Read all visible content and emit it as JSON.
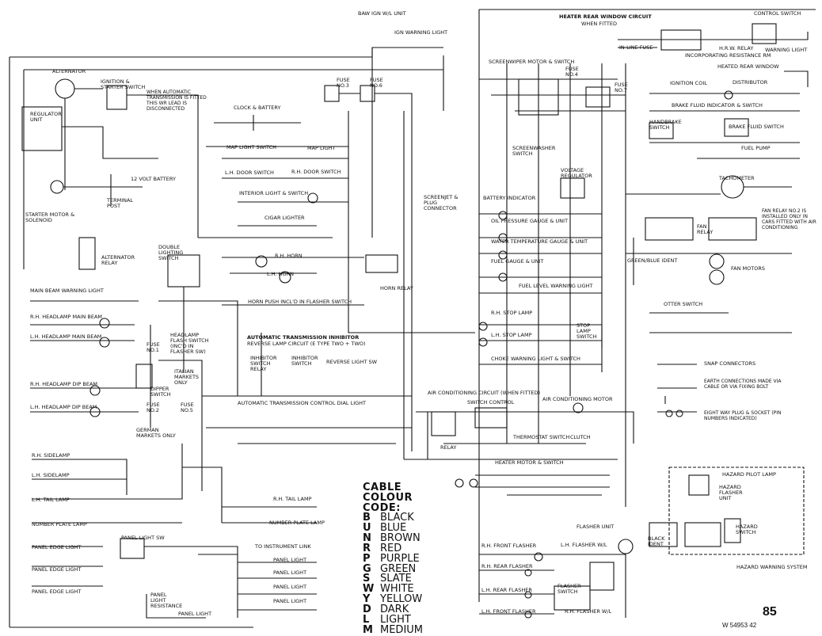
{
  "diagram": {
    "page_number": "85",
    "figure_ref": "W 54953 42",
    "cable_colour_code": {
      "title_lines": [
        "CABLE",
        "COLOUR",
        "CODE:"
      ],
      "entries": [
        {
          "code": "B",
          "name": "BLACK"
        },
        {
          "code": "U",
          "name": "BLUE"
        },
        {
          "code": "N",
          "name": "BROWN"
        },
        {
          "code": "R",
          "name": "RED"
        },
        {
          "code": "P",
          "name": "PURPLE"
        },
        {
          "code": "G",
          "name": "GREEN"
        },
        {
          "code": "S",
          "name": "SLATE"
        },
        {
          "code": "W",
          "name": "WHITE"
        },
        {
          "code": "Y",
          "name": "YELLOW"
        },
        {
          "code": "D",
          "name": "DARK"
        },
        {
          "code": "L",
          "name": "LIGHT"
        },
        {
          "code": "M",
          "name": "MEDIUM"
        }
      ]
    },
    "labels": {
      "ign_unit": "BAW IGN W/L UNIT",
      "ign_warning_light": "IGN WARNING LIGHT",
      "heater_rear_window": "HEATER REAR WINDOW CIRCUIT",
      "when_fitted": "WHEN FITTED",
      "control_switch": "CONTROL SWITCH",
      "in_line_fuse": "IN-LINE FUSE",
      "hrw_relay": "H.R.W. RELAY",
      "warning_light": "WARNING LIGHT",
      "incorporating_resistance": "INCORPORATING RESISTANCE RM",
      "heated_rear_window": "HEATED REAR WINDOW",
      "alternator": "ALTERNATOR",
      "ignition_starter_switch": "IGNITION & STARTER SWITCH",
      "auto_trans_note": "WHEN AUTOMATIC TRANSMISSION IS FITTED THIS WR LEAD IS DISCONNECTED",
      "fuse_3": "FUSE No.3",
      "fuse_6": "FUSE No.6",
      "screenwiper": "SCREENWIPER MOTOR & SWITCH",
      "fuse_4": "FUSE No.4",
      "fuse_7": "FUSE No.7",
      "ignition_coil": "IGNITION COIL",
      "distributor": "DISTRIBUTOR",
      "regulator_unit": "REGULATOR UNIT",
      "clock_battery": "CLOCK & BATTERY",
      "brake_fluid": "BRAKE FLUID INDICATOR & SWITCH",
      "handbrake_switch": "HANDBRAKE SWITCH",
      "brake_fluid_switch": "BRAKE FLUID SWITCH",
      "fuel_pump": "FUEL PUMP",
      "map_light_switch": "MAP LIGHT SWITCH",
      "map_light": "MAP LIGHT",
      "screenwasher": "SCREENWASHER SWITCH",
      "lh_door_switch": "L.H. DOOR SWITCH",
      "rh_door_switch": "R.H. DOOR SWITCH",
      "twelve_volt_battery": "12 VOLT BATTERY",
      "voltage_regulator": "VOLTAGE REGULATOR",
      "tachometer": "TACHOMETER",
      "interior_light": "INTERIOR LIGHT & SWITCH",
      "screenjet": "SCREENJET & PLUG CONNECTOR",
      "battery_indicator": "BATTERY INDICATOR",
      "starter_motor": "STARTER MOTOR & SOLENOID",
      "terminal_post": "TERMINAL POST",
      "cigar_lighter": "CIGAR LIGHTER",
      "oil_pressure": "OIL PRESSURE GAUGE & UNIT",
      "fan_relay_note": "FAN RELAY No.2 IS INSTALLED ONLY IN CARS FITTED WITH AIR CONDITIONING",
      "fan_relay": "FAN RELAY",
      "water_temp": "WATER TEMPERATURE GAUGE & UNIT",
      "alternator_relay": "ALTERNATOR RELAY",
      "double_lighting_switch": "DOUBLE LIGHTING SWITCH",
      "rh_horn": "R.H. HORN",
      "lh_horn": "L.H. HORN",
      "fuel_gauge": "FUEL GAUGE & UNIT",
      "green_blue_ident": "GREEN/BLUE IDENT",
      "fan_motors": "FAN MOTORS",
      "horn_relay": "HORN RELAY",
      "fuel_level_warning": "FUEL LEVEL WARNING LIGHT",
      "main_beam_warning": "MAIN BEAM WARNING LIGHT",
      "horn_push": "HORN PUSH INCL'D IN FLASHER SWITCH",
      "otter_switch": "OTTER SWITCH",
      "rh_headlamp_main": "R.H. HEADLAMP MAIN BEAM",
      "rh_stop_lamp": "R.H. STOP LAMP",
      "stop_lamp_switch": "STOP LAMP SWITCH",
      "headlamp_flash": "HEADLAMP FLASH SWITCH (INC'D IN FLASHER SW)",
      "auto_trans_inhibitor": "AUTOMATIC TRANSMISSION INHIBITOR",
      "reverse_lamp_circuit": "REVERSE LAMP CIRCUIT (E TYPE TWO + TWO)",
      "lh_headlamp_main": "L.H. HEADLAMP MAIN BEAM",
      "lh_stop_lamp": "L.H. STOP LAMP",
      "fuse_1": "FUSE No.1",
      "choke_warning": "CHOKE WARNING LIGHT & SWITCH",
      "italian_markets": "ITALIAN MARKETS ONLY",
      "inhibitor_switch_relay": "INHIBITOR SWITCH RELAY",
      "inhibitor_switch": "INHIBITOR SWITCH",
      "reverse_light_sw": "REVERSE LIGHT SW",
      "snap_connectors": "SNAP CONNECTORS",
      "dipper_switch": "DIPPER SWITCH",
      "earth_connections": "EARTH CONNECTIONS MADE VIA CABLE OR VIA FIXING BOLT",
      "rh_headlamp_dip": "R.H. HEADLAMP DIP BEAM",
      "aircon_circuit": "AIR CONDITIONING CIRCUIT (WHEN FITTED)",
      "aircon_motor": "AIR CONDITIONING MOTOR",
      "switch_control": "SWITCH CONTROL",
      "lh_headlamp_dip": "L.H. HEADLAMP DIP BEAM",
      "fuse_2": "FUSE No.2",
      "fuse_5": "FUSE No.5",
      "auto_trans_dial": "AUTOMATIC TRANSMISSION CONTROL DIAL LIGHT",
      "eight_way_plug": "EIGHT WAY PLUG & SOCKET (PIN NUMBERS INDICATED)",
      "thermostat_switch": "THERMOSTAT SWITCH",
      "clutch": "CLUTCH",
      "german_markets": "GERMAN MARKETS ONLY",
      "relay": "RELAY",
      "rh_sidelamp": "R.H. SIDELAMP",
      "heater_motor": "HEATER MOTOR & SWITCH",
      "lh_sidelamp": "L.H. SIDELAMP",
      "hazard_pilot_lamp": "HAZARD PILOT LAMP",
      "hazard_flasher_unit": "HAZARD FLASHER UNIT",
      "lh_tail_lamp": "L.H. TAIL LAMP",
      "rh_tail_lamp": "R.H. TAIL LAMP",
      "number_plate_lamp_left": "NUMBER PLATE LAMP",
      "number_plate_lamp_right": "NUMBER PLATE LAMP",
      "flasher_unit": "FLASHER UNIT",
      "hazard_switch": "HAZARD SWITCH",
      "black_ident": "BLACK IDENT",
      "panel_edge_light_1": "PANEL EDGE LIGHT",
      "panel_light_sw": "PANEL LIGHT SW",
      "to_instrument_link": "TO INSTRUMENT LINK",
      "rh_front_flasher": "R.H. FRONT FLASHER",
      "lh_flasher_wl": "L.H. FLASHER W/L",
      "panel_light_1": "PANEL LIGHT",
      "panel_edge_light_2": "PANEL EDGE LIGHT",
      "panel_light_2": "PANEL LIGHT",
      "rh_rear_flasher": "R.H. REAR FLASHER",
      "hazard_warning_system": "HAZARD WARNING SYSTEM",
      "panel_edge_light_3": "PANEL EDGE LIGHT",
      "panel_light_3": "PANEL LIGHT",
      "lh_rear_flasher": "L.H. REAR FLASHER",
      "flasher_switch": "FLASHER SWITCH",
      "panel_light_resistance": "PANEL LIGHT RESISTANCE",
      "panel_light_4": "PANEL LIGHT",
      "panel_light_5": "PANEL LIGHT",
      "lh_front_flasher": "L.H. FRONT FLASHER",
      "rh_flasher_wl": "R.H. FLASHER W/L"
    }
  }
}
